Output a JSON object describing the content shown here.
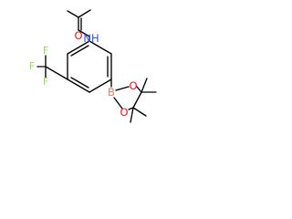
{
  "molecule": {
    "atoms": {
      "O_carbonyl": "O",
      "N_amide": "NH",
      "B_boron": "B",
      "O_ring_upper": "O",
      "O_ring_lower": "O",
      "F_top": "F",
      "F_left": "F",
      "F_bottom": "F"
    },
    "colors": {
      "bond": "#000000",
      "carbon": "#000000",
      "oxygen": "#ff0d0d",
      "nitrogen": "#3050f8",
      "boron": "#d97f5e",
      "fluorine": "#90e050"
    }
  }
}
